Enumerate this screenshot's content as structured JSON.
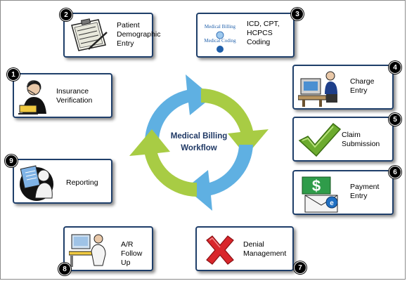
{
  "diagram": {
    "center_title_line1": "Medical Billing",
    "center_title_line2": "Workflow",
    "colors": {
      "blue_arrow": "#5fb0e2",
      "green_arrow": "#a8cc44",
      "box_border": "#1f3f6a"
    },
    "steps": [
      {
        "number": "1",
        "label": "Insurance\nVerification",
        "icon": "receptionist-headset-icon"
      },
      {
        "number": "2",
        "label": "Patient\nDemographic\nEntry",
        "icon": "clipboard-form-icon"
      },
      {
        "number": "3",
        "label": "ICD, CPT,\nHCPCS\nCoding",
        "icon": "medical-coding-book-icon",
        "icon_text_1": "Medical Billing",
        "icon_text_2": "Medical Coding"
      },
      {
        "number": "4",
        "label": "Charge\nEntry",
        "icon": "computer-operator-icon"
      },
      {
        "number": "5",
        "label": "Claim\nSubmission",
        "icon": "green-checkmark-icon"
      },
      {
        "number": "6",
        "label": "Payment\nEntry",
        "icon": "dollar-envelope-icon"
      },
      {
        "number": "7",
        "label": "Denial\nManagement",
        "icon": "red-x-icon"
      },
      {
        "number": "8",
        "label": "A/R\nFollow Up",
        "icon": "desk-worker-icon"
      },
      {
        "number": "9",
        "label": "Reporting",
        "icon": "report-reader-icon"
      }
    ]
  }
}
